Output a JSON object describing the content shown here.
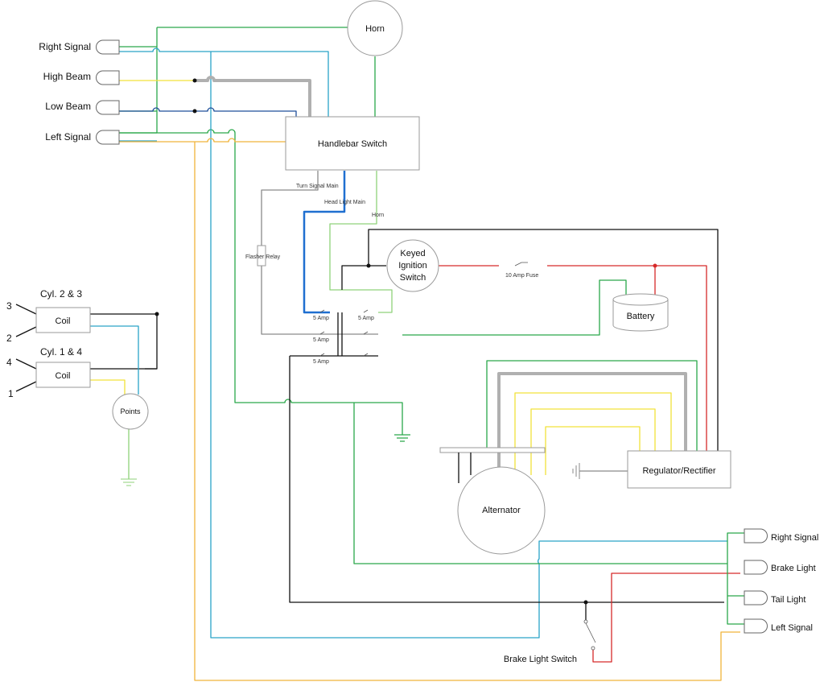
{
  "colors": {
    "green": "#2aa84a",
    "cyan": "#2aa3c8",
    "yellow": "#f2e23a",
    "orange": "#f0b33a",
    "black": "#111111",
    "red": "#d62a2a",
    "gray": "#8a8a8a",
    "lightgreen": "#8fd27a",
    "blue": "#1f6fd0",
    "ground": "#3aa84a"
  },
  "front_lamps": {
    "right_signal": "Right Signal",
    "high_beam": "High Beam",
    "low_beam": "Low Beam",
    "left_signal": "Left Signal"
  },
  "rear_lamps": {
    "right_signal": "Right Signal",
    "brake_light": "Brake Light",
    "tail_light": "Tail Light",
    "left_signal": "Left Signal"
  },
  "components": {
    "horn": "Horn",
    "handlebar_switch": "Handlebar Switch",
    "keyed_ignition": [
      "Keyed",
      "Ignition",
      "Switch"
    ],
    "battery": "Battery",
    "regulator": "Regulator/Rectifier",
    "alternator": "Alternator",
    "points": "Points",
    "coil_top": "Coil",
    "coil_bottom": "Coil",
    "cyl_top": "Cyl. 2 & 3",
    "cyl_bottom": "Cyl. 1 & 4",
    "plug_3": "3",
    "plug_2": "2",
    "plug_4": "4",
    "plug_1": "1",
    "brake_switch": "Brake Light Switch"
  },
  "small_labels": {
    "turn_signal_main": "Turn Signal Main",
    "head_light_main": "Head Light Main",
    "horn_wire": "Horn",
    "flasher_relay": "Flasher Relay",
    "fuse_10": "10 Amp Fuse",
    "fuse_5a": "5 Amp",
    "fuse_5b": "5 Amp",
    "fuse_5c": "5 Amp",
    "fuse_5d": "5 Amp"
  }
}
